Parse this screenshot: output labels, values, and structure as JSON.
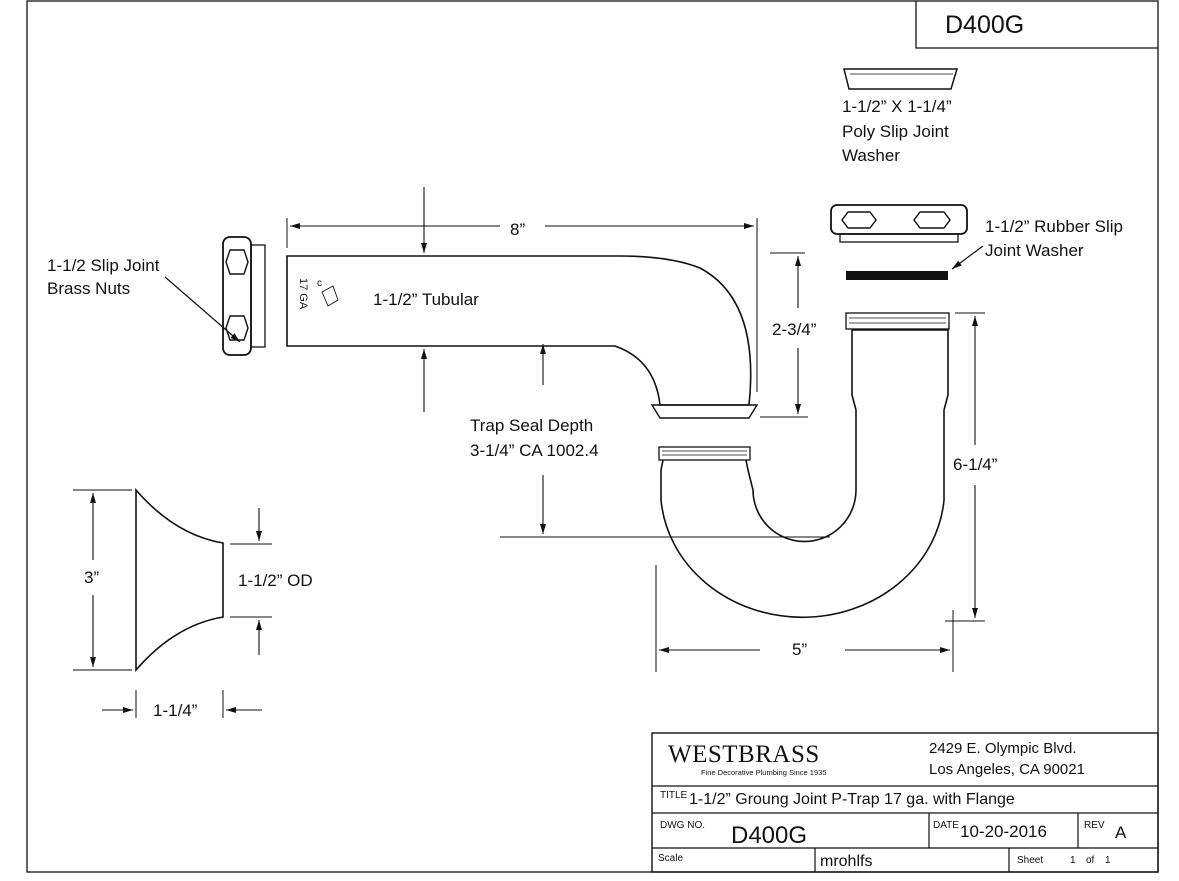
{
  "drawing_number_box": "D400G",
  "labels": {
    "poly_washer": [
      "1-1/2” X 1-1/4”",
      "Poly Slip Joint",
      "Washer"
    ],
    "rubber_washer": [
      "1-1/2” Rubber Slip",
      "Joint Washer"
    ],
    "brass_nuts": [
      "1-1/2 Slip Joint",
      "Brass Nuts"
    ],
    "tubular": "1-1/2” Tubular",
    "gauge_mark": "17 GA",
    "trap_seal": [
      "Trap Seal Depth",
      "3-1/4”  CA 1002.4"
    ],
    "flange_od": "1-1/2” OD"
  },
  "dimensions": {
    "width_8": "8”",
    "height_2_3_4": "2-3/4”",
    "height_6_1_4": "6-1/4”",
    "width_5": "5”",
    "flange_height": "3”",
    "flange_depth": "1-1/4”"
  },
  "title_block": {
    "company": "WESTBRASS",
    "tagline": "Fine Decorative Plumbing Since 1935",
    "address_line1": "2429 E. Olympic Blvd.",
    "address_line2": "Los Angeles, CA 90021",
    "title_label": "TITLE",
    "title": "1-1/2” Groung Joint P-Trap 17 ga. with Flange",
    "dwg_no_label": "DWG NO.",
    "dwg_no": "D400G",
    "date_label": "DATE",
    "date": "10-20-2016",
    "rev_label": "REV",
    "rev": "A",
    "scale_label": "Scale",
    "scale_value": "mrohlfs",
    "sheet_label": "Sheet",
    "sheet_num": "1",
    "sheet_of": "of",
    "sheet_total": "1"
  }
}
